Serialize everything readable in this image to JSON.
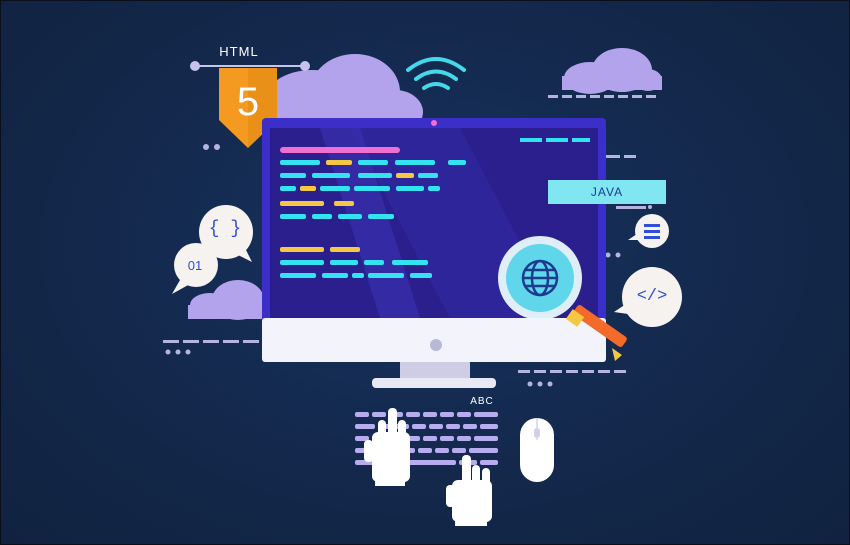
{
  "badge": {
    "label": "HTML",
    "number": "5",
    "color": "#f49a20"
  },
  "screen_tag": {
    "label": "JAVA"
  },
  "keyboard": {
    "label": "ABC"
  },
  "bubbles": {
    "braces": "{ }",
    "binary": "01",
    "tag": "</>"
  },
  "icons": [
    "html5-badge-icon",
    "wifi-icon",
    "globe-icon",
    "magnifier-icon",
    "pencil-icon",
    "menu-icon",
    "mouse-icon",
    "hand-icon",
    "cloud-icon"
  ],
  "colors": {
    "background": "#142a4e",
    "monitor_screen": "#2b1f8f",
    "code_cyan": "#35e2f0",
    "code_pink": "#f06fd0",
    "code_yellow": "#f5c843",
    "cloud": "#b6a6ee"
  }
}
